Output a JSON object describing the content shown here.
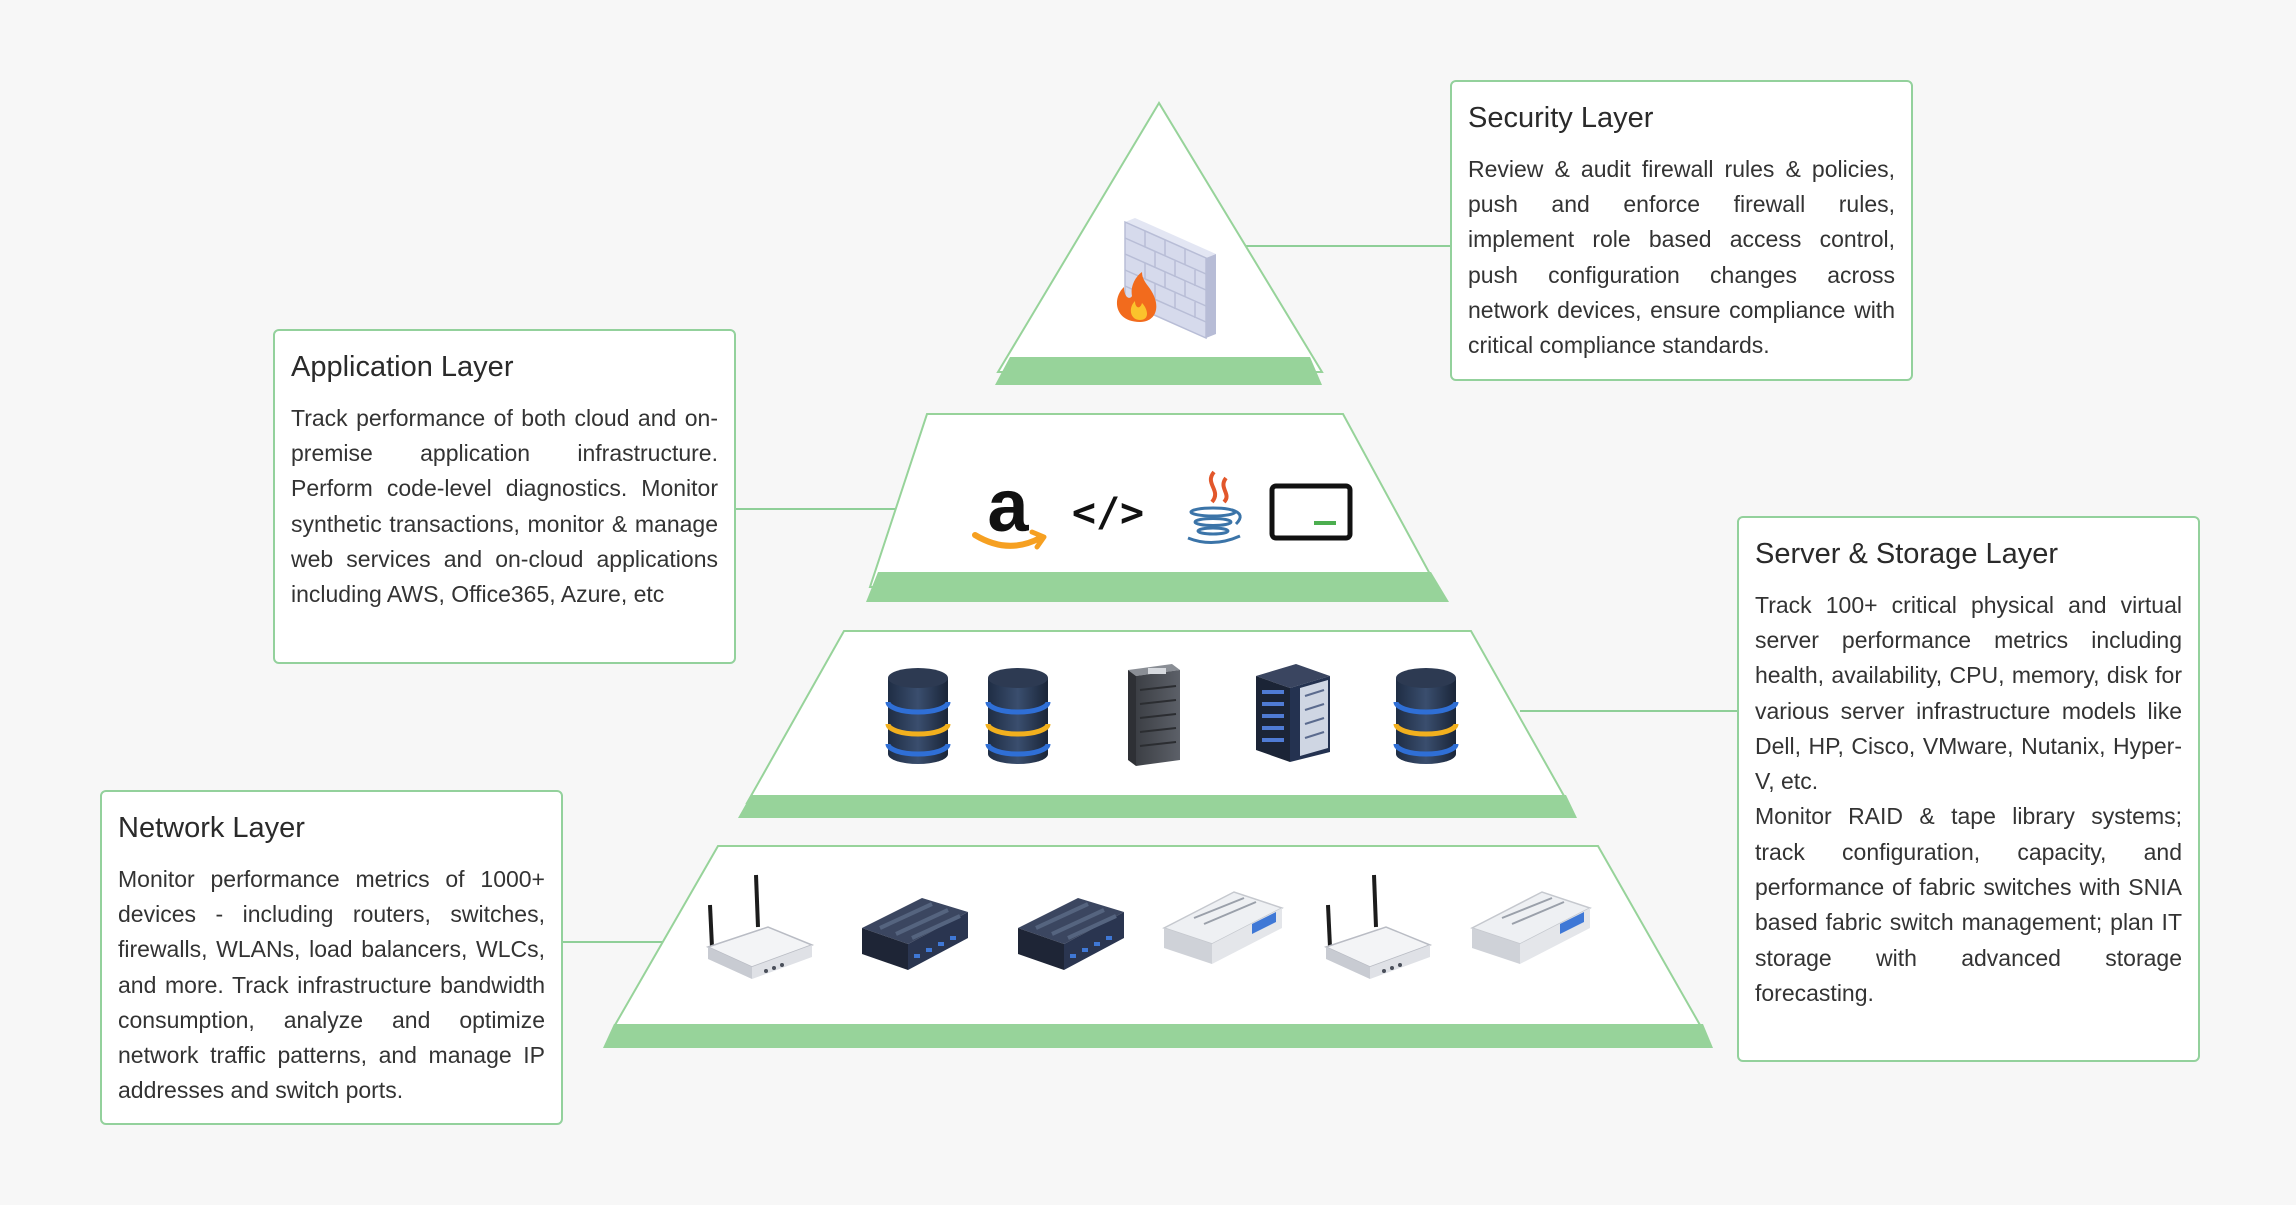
{
  "layers": {
    "security": {
      "title": "Security Layer",
      "body": "Review & audit firewall rules & policies, push and enforce firewall rules, implement role based access control, push configuration changes across network devices, ensure compliance with critical compliance standards."
    },
    "application": {
      "title": "Application Layer",
      "body": "Track performance of both cloud and on-premise application infrastructure. Perform code-level diagnostics. Monitor synthetic transactions, monitor & manage web services and on-cloud applications including AWS, Office365, Azure, etc"
    },
    "server_storage": {
      "title": "Server & Storage Layer",
      "body_1": "Track 100+ critical physical and virtual server performance metrics including health, availability, CPU, memory, disk for various server infrastructure models like Dell, HP, Cisco, VMware, Nutanix, Hyper-V, etc.",
      "body_2": "Monitor RAID & tape library systems; track configuration, capacity, and performance of fabric switches with SNIA based fabric switch management; plan IT storage with advanced storage forecasting."
    },
    "network": {
      "title": "Network Layer",
      "body": "Monitor performance metrics of 1000+ devices - including routers, switches, firewalls, WLANs, load balancers, WLCs, and more. Track infrastructure bandwidth consumption, analyze and optimize network traffic patterns, and manage IP addresses and switch ports."
    }
  },
  "icons": {
    "security_tier": [
      "firewall-icon"
    ],
    "application_tier": [
      "amazon-logo-icon",
      "code-tag-icon",
      "java-logo-icon",
      "terminal-icon"
    ],
    "server_tier": [
      "database-icon",
      "database-icon",
      "server-rack-icon",
      "server-cabinet-icon",
      "database-icon"
    ],
    "network_tier": [
      "wifi-router-icon",
      "network-switch-icon",
      "network-switch-icon",
      "firewall-appliance-icon",
      "wifi-router-icon",
      "firewall-appliance-icon"
    ]
  },
  "colors": {
    "accent_green": "#93d19c",
    "band_green": "#97d39a",
    "connector_green": "#8fcf98",
    "background": "#f7f7f7",
    "flame_orange": "#f26b1d",
    "amazon_orange": "#f6a021",
    "java_red": "#e2572b",
    "java_blue": "#3b74a8",
    "db_blue": "#2f6fd6",
    "db_gold": "#f2b01e"
  }
}
